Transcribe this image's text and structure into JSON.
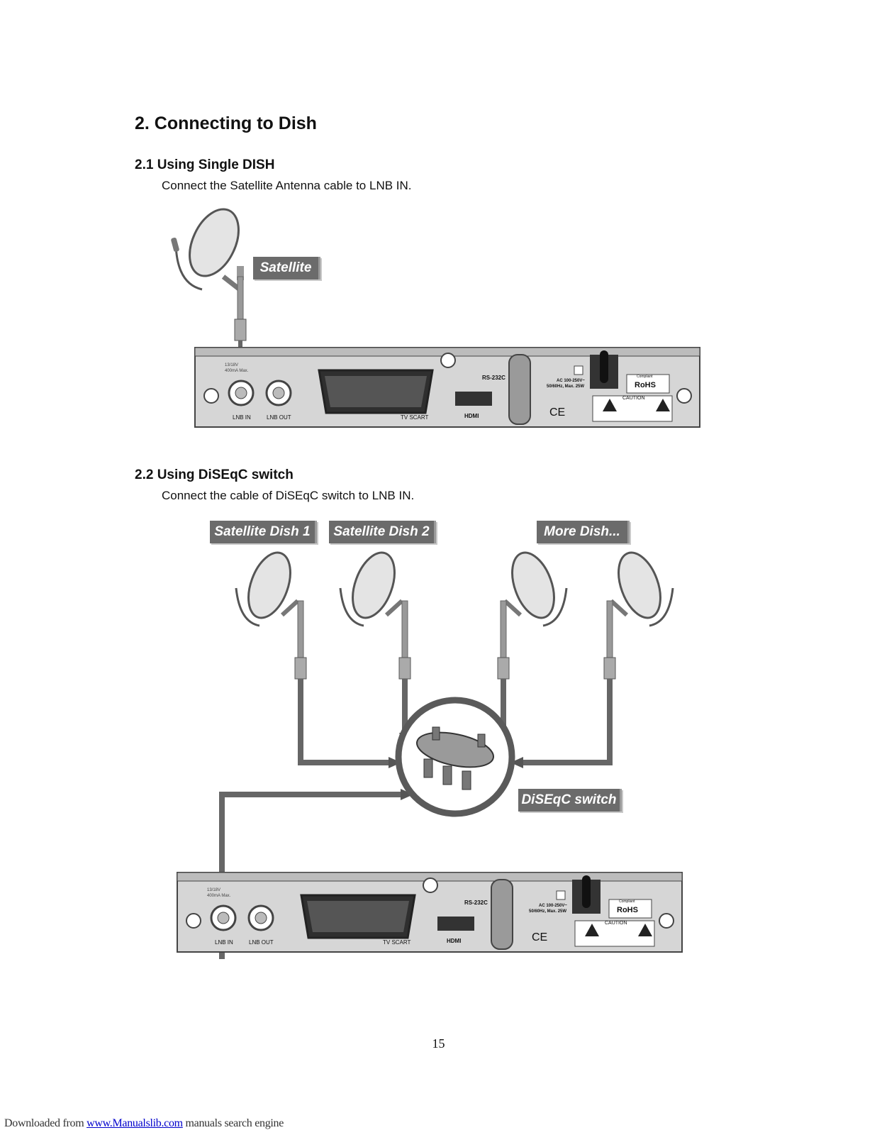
{
  "heading": "2. Connecting to Dish",
  "sections": [
    {
      "title": "2.1  Using Single DISH",
      "body": "Connect the Satellite Antenna cable to LNB IN.",
      "labels": [
        "Satellite"
      ]
    },
    {
      "title": "2.2  Using DiSEqC switch",
      "body": "Connect the cable of DiSEqC switch to LNB IN.",
      "labels": [
        "Satellite Dish 1",
        "Satellite Dish 2",
        "More Dish...",
        "DiSEqC switch"
      ]
    }
  ],
  "receiver": {
    "lnb_in": "LNB IN",
    "lnb_out": "LNB OUT",
    "tv_scart": "TV SCART",
    "hdmi": "HDMI",
    "rs232c": "RS-232C",
    "power_line1": "AC 100-250V~",
    "power_line2": "50/60Hz, Max. 25W",
    "rohs_top": "Compliant",
    "rohs": "RoHS",
    "caution": "CAUTION",
    "ce": "CE",
    "lnb_spec1": "13/18V",
    "lnb_spec2": "400mA Max."
  },
  "page_number": "15",
  "footer": {
    "prefix": "Downloaded from ",
    "link": "www.Manualslib.com",
    "suffix": "  manuals search engine"
  }
}
